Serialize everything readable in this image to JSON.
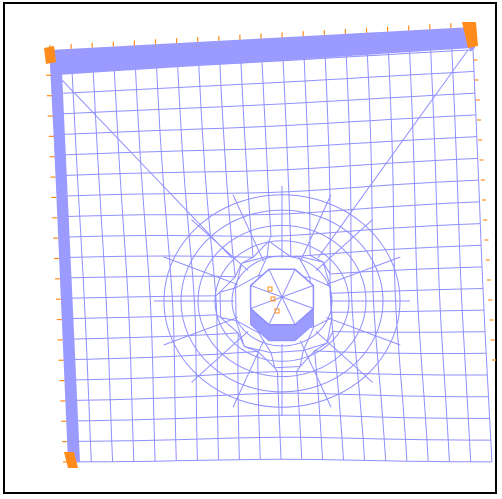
{
  "viewport": {
    "background_color": "#ffffff",
    "border_color": "#000000"
  },
  "mesh": {
    "element_type": "quad",
    "mesh_color": "#8f8fff",
    "thick_edge_color": "#9a9aff",
    "boundary_marker_color": "#ff8c1a",
    "central_feature": "octagonal-boss",
    "boss_fill_color": "#9c9cff",
    "node_marker_count_on_boss": 3
  }
}
